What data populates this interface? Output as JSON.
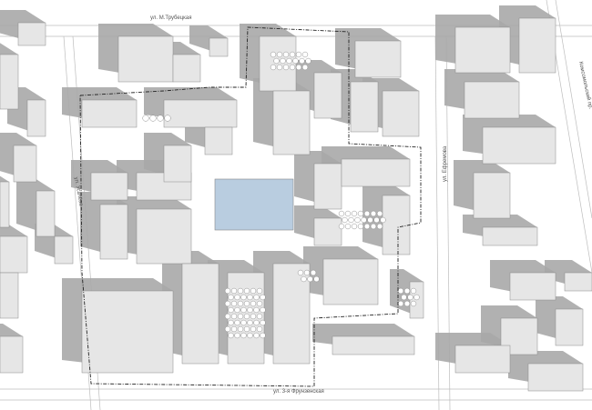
{
  "streets": {
    "top": "ул. М.Трубецкая",
    "left": "ул. Усачёва",
    "right": "ул. Ефремова",
    "far_right": "Комсомольский пр.",
    "bottom": "ул. 3-я Фрунзенская"
  },
  "colors": {
    "shadow": "#a9a9a9",
    "building": "#e6e6e6",
    "pool": "#b9cde0",
    "road": "#bdbdbd",
    "boundary": "#222222"
  }
}
